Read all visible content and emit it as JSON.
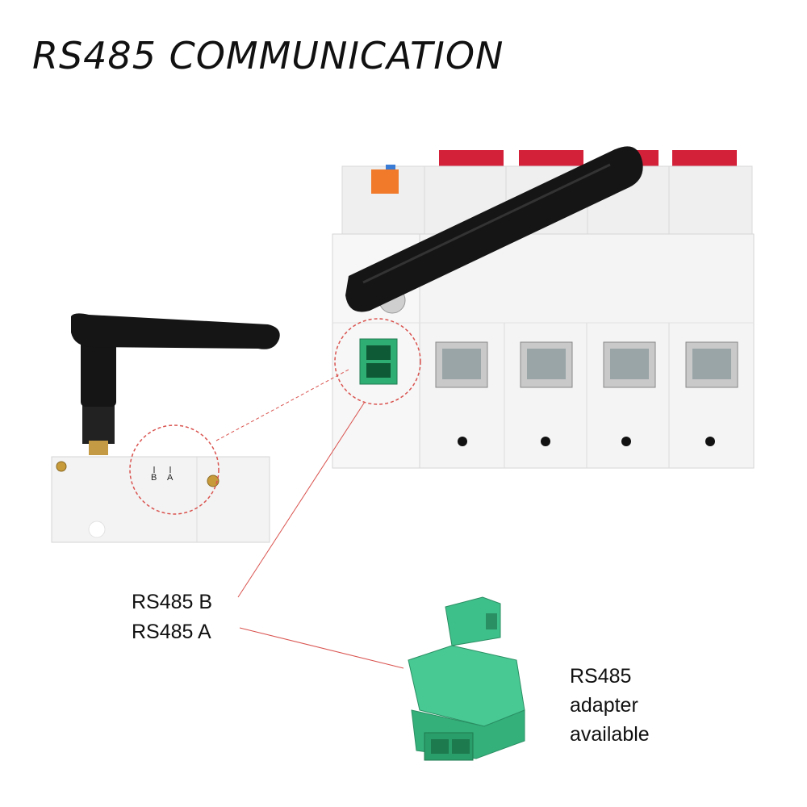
{
  "title": "RS485 COMMUNICATION",
  "pin_labels": {
    "b": "RS485 B",
    "a": "RS485 A"
  },
  "module_marks": {
    "b": "B",
    "a": "A"
  },
  "adapter_note": {
    "line1": "RS485",
    "line2": "adapter",
    "line3": "available"
  },
  "colors": {
    "callout_line": "#d9534f",
    "connector_green": "#3ec08a",
    "handle_red": "#d4213a",
    "antenna_black": "#151515",
    "body_white": "#f2f2f2"
  },
  "icons": [
    "antenna-icon",
    "terminal-block-icon",
    "circuit-breaker-icon"
  ]
}
